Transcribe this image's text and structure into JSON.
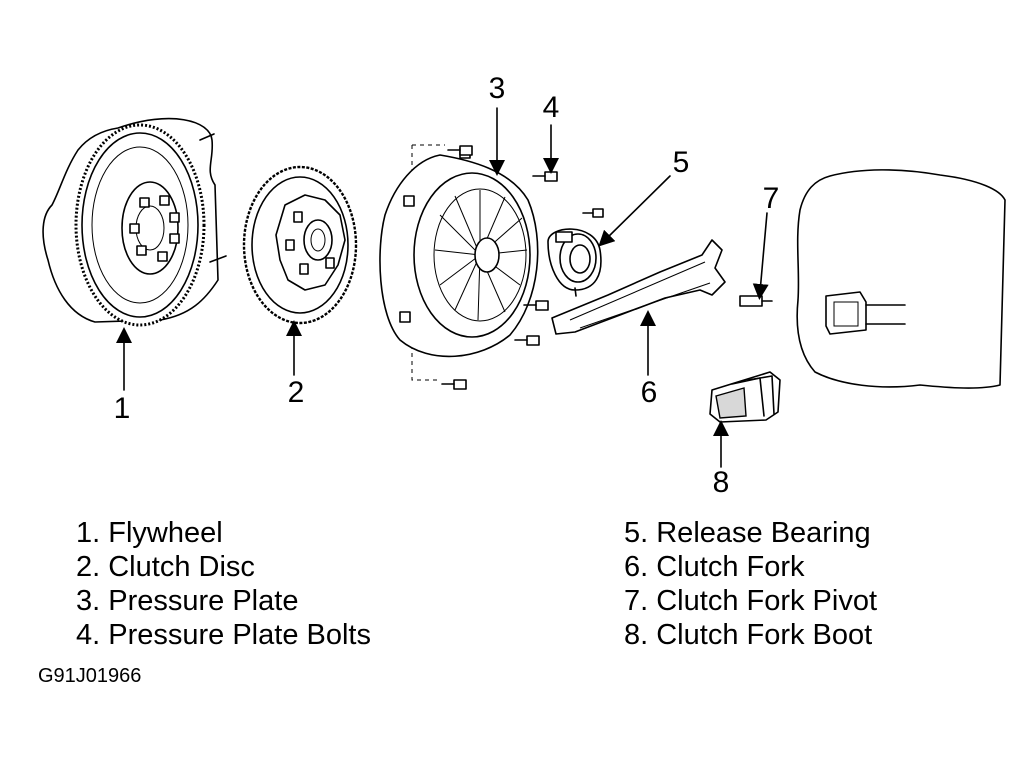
{
  "callouts": {
    "n1": "1",
    "n2": "2",
    "n3": "3",
    "n4": "4",
    "n5": "5",
    "n6": "6",
    "n7": "7",
    "n8": "8"
  },
  "legend": {
    "left": [
      "1. Flywheel",
      "2. Clutch Disc",
      "3. Pressure Plate",
      "4. Pressure Plate Bolts"
    ],
    "right": [
      "5. Release Bearing",
      "6. Clutch Fork",
      "7. Clutch Fork Pivot",
      "8. Clutch Fork Boot"
    ]
  },
  "figure_id": "G91J01966"
}
